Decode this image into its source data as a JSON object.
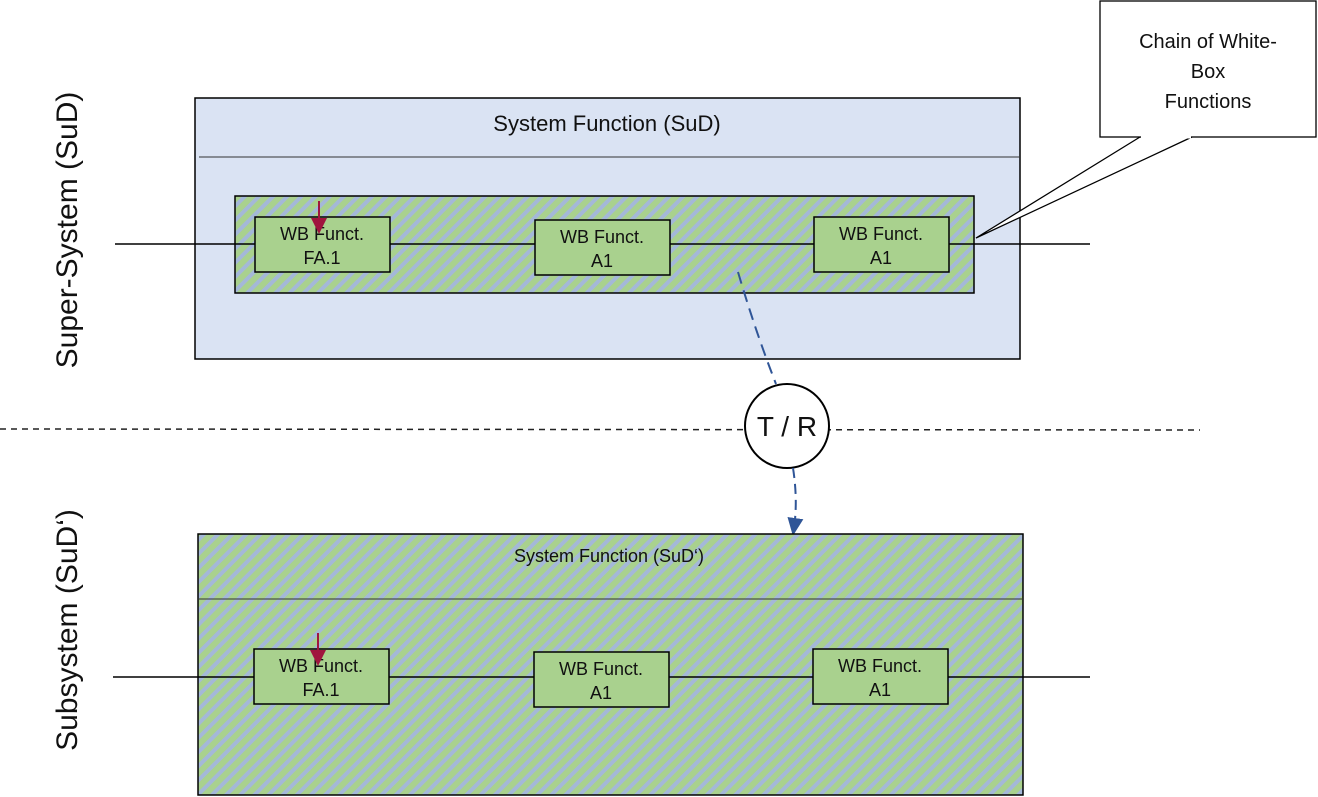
{
  "side_labels": {
    "super_system": "Super-System (SuD)",
    "subsystem": "Subsystem (SuD‘)"
  },
  "callout": {
    "line1": "Chain of White-",
    "line2": "Box",
    "line3": "Functions"
  },
  "super_system": {
    "title": "System Function  (SuD)",
    "boxes": [
      {
        "line1": "WB Funct.",
        "line2": "FA.1"
      },
      {
        "line1": "WB Funct.",
        "line2": "A1"
      },
      {
        "line1": "WB Funct.",
        "line2": "A1"
      }
    ]
  },
  "transform": {
    "label": "T / R"
  },
  "subsystem": {
    "title": "System Function  (SuD‘)",
    "boxes": [
      {
        "line1": "WB Funct.",
        "line2": "FA.1"
      },
      {
        "line1": "WB Funct.",
        "line2": "A1"
      },
      {
        "line1": "WB Funct.",
        "line2": "A1"
      }
    ]
  },
  "colors": {
    "panel_fill": "#dae3f3",
    "box_fill": "#a9d18e",
    "hatch_blue": "#a4b8d8",
    "hatch_green": "#a9d18e",
    "arrow_blue": "#2f5597",
    "marker_red": "#a0153e"
  }
}
